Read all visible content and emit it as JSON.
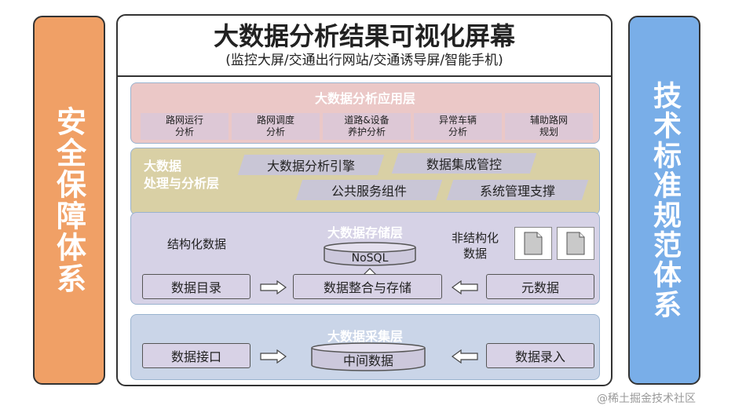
{
  "left_pillar": {
    "label": "安全保障体系",
    "color": "#f0a066"
  },
  "right_pillar": {
    "label": "技术标准规范体系",
    "color": "#79aee8"
  },
  "header": {
    "title": "大数据分析结果可视化屏幕",
    "subtitle": "(监控大屏/交通出行网站/交通诱导屏/智能手机)"
  },
  "app_layer": {
    "title": "大数据分析应用层",
    "items": [
      {
        "line1": "路网运行",
        "line2": "分析"
      },
      {
        "line1": "路网调度",
        "line2": "分析"
      },
      {
        "line1": "道路&设备",
        "line2": "养护分析"
      },
      {
        "line1": "异常车辆",
        "line2": "分析"
      },
      {
        "line1": "辅助路网",
        "line2": "规划"
      }
    ]
  },
  "processing_layer": {
    "title_line1": "大数据",
    "title_line2": "处理与分析层",
    "engine": "大数据分析引擎",
    "integration": "数据集成管控",
    "public_services": "公共服务组件",
    "system_support": "系统管理支撑"
  },
  "storage_layer": {
    "title": "大数据存储层",
    "structured": "结构化数据",
    "unstructured_line1": "非结构化",
    "unstructured_line2": "数据",
    "nosql": "NoSQL",
    "catalog": "数据目录",
    "integrate_store": "数据整合与存储",
    "metadata": "元数据"
  },
  "collection_layer": {
    "title": "大数据采集层",
    "interface": "数据接口",
    "intermediate": "中间数据",
    "entry": "数据录入"
  },
  "watermark": "@稀土掘金技术社区"
}
